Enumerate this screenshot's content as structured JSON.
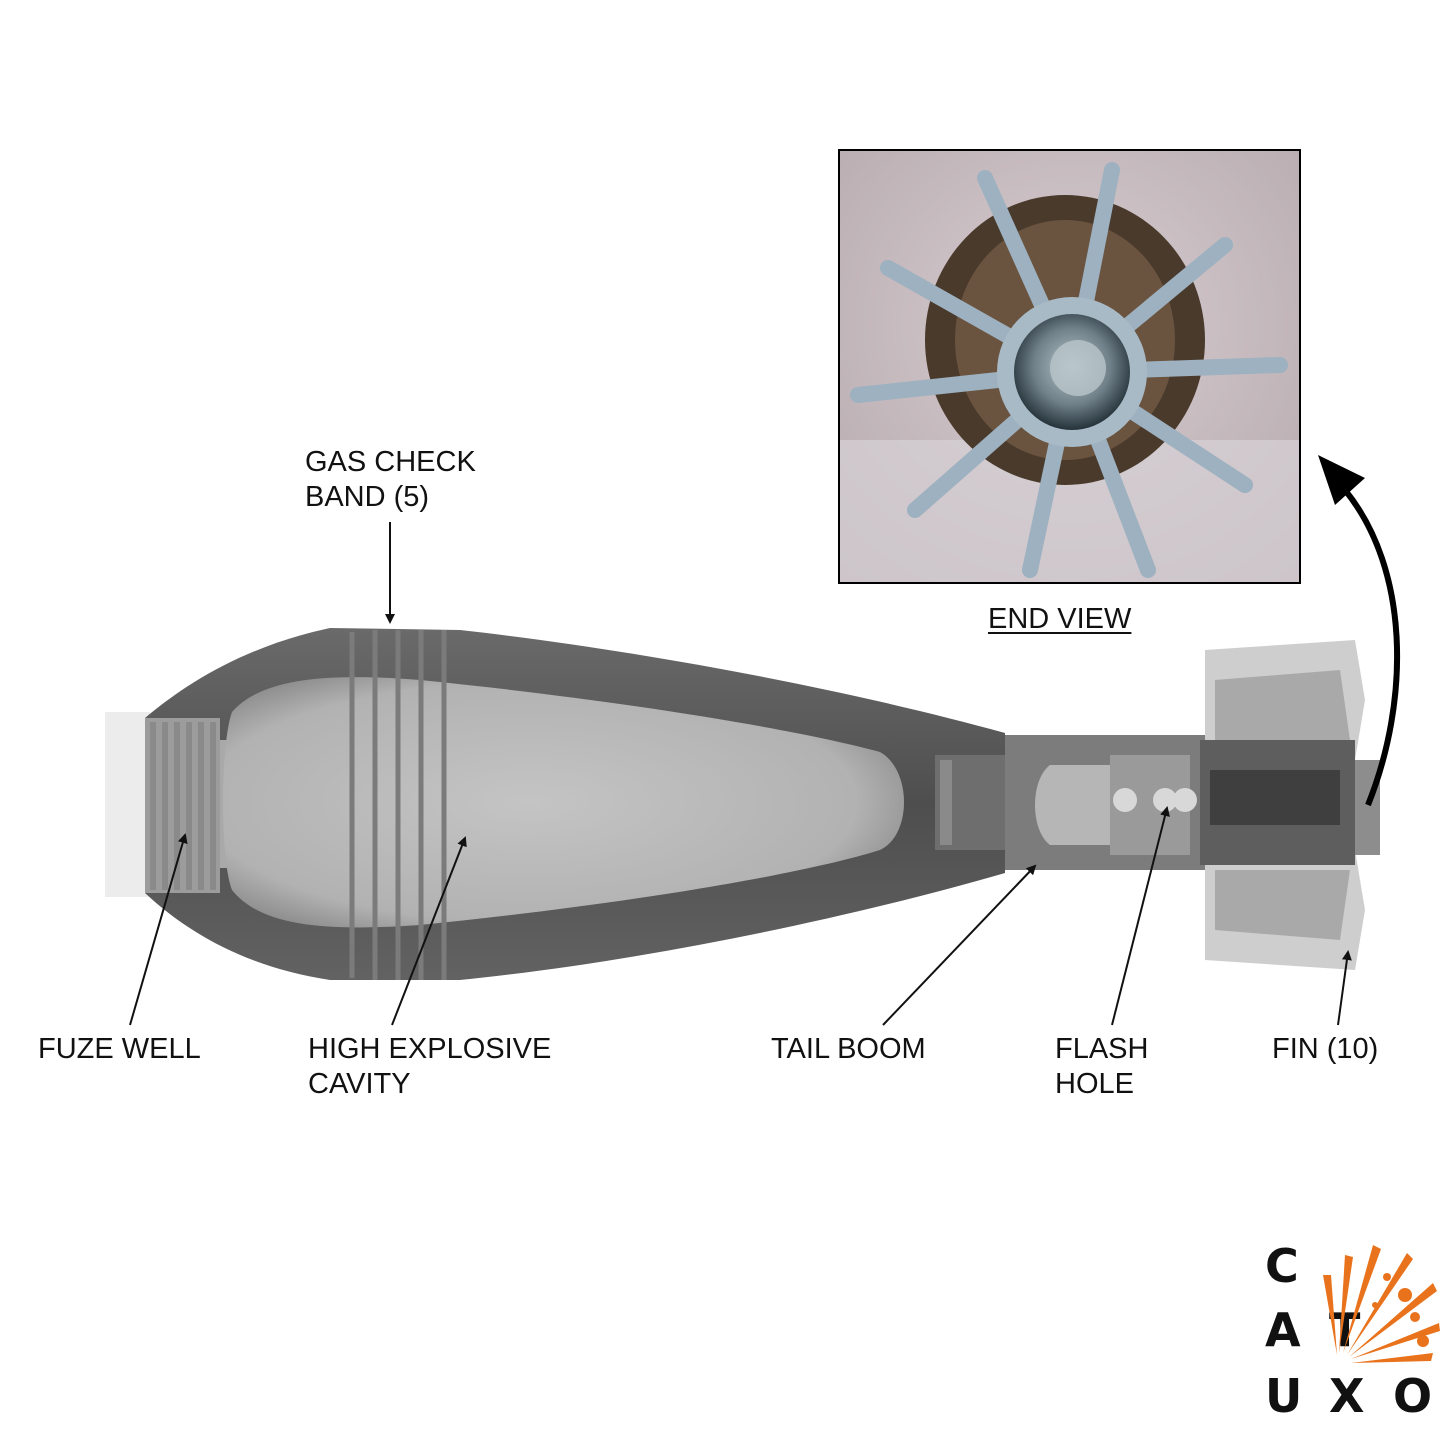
{
  "labels": {
    "gas_check_band": [
      "GAS CHECK",
      "BAND (5)"
    ],
    "end_view": "END VIEW",
    "fuze_well": "FUZE WELL",
    "high_explosive_cavity": [
      "HIGH EXPLOSIVE",
      "CAVITY"
    ],
    "tail_boom": "TAIL BOOM",
    "flash_hole": [
      "FLASH",
      "HOLE"
    ],
    "fin": "FIN (10)"
  },
  "logo": {
    "letters": [
      "C",
      "A",
      "T",
      "U",
      "X",
      "O"
    ],
    "accent_color": "#e8731c"
  },
  "colors": {
    "body_dark": "#4a4a4a",
    "cavity_fill": "#b9b9b9",
    "photo_background": "#c9bdc0",
    "fin_metal": "#9db1c0",
    "arrow": "#111111"
  },
  "icons": [
    "mortar-xray-image",
    "end-view-photo",
    "curved-arrow-icon",
    "catuxo-logo"
  ]
}
